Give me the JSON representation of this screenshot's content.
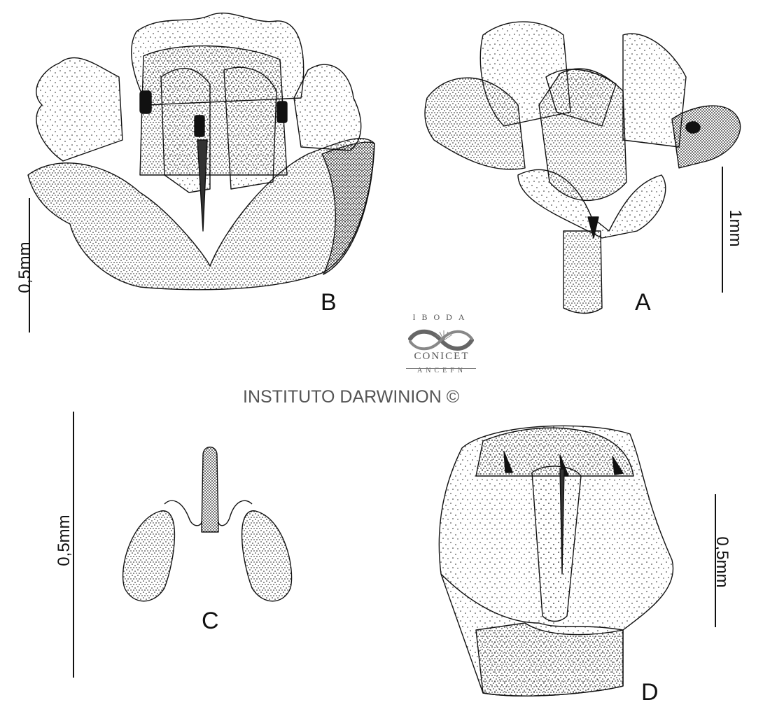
{
  "panels": {
    "a": {
      "letter": "A",
      "scale_label": "1mm"
    },
    "b": {
      "letter": "B",
      "scale_label": "0,5mm"
    },
    "c": {
      "letter": "C",
      "scale_label": "0,5mm"
    },
    "d": {
      "letter": "D",
      "scale_label": "0,5mm"
    }
  },
  "logo": {
    "top": "IBODA",
    "middle": "CONICET",
    "bottom": "ANCEFN"
  },
  "credit": "INSTITUTO DARWINION ©",
  "colors": {
    "ink": "#111111",
    "logo_gray": "#555555"
  }
}
